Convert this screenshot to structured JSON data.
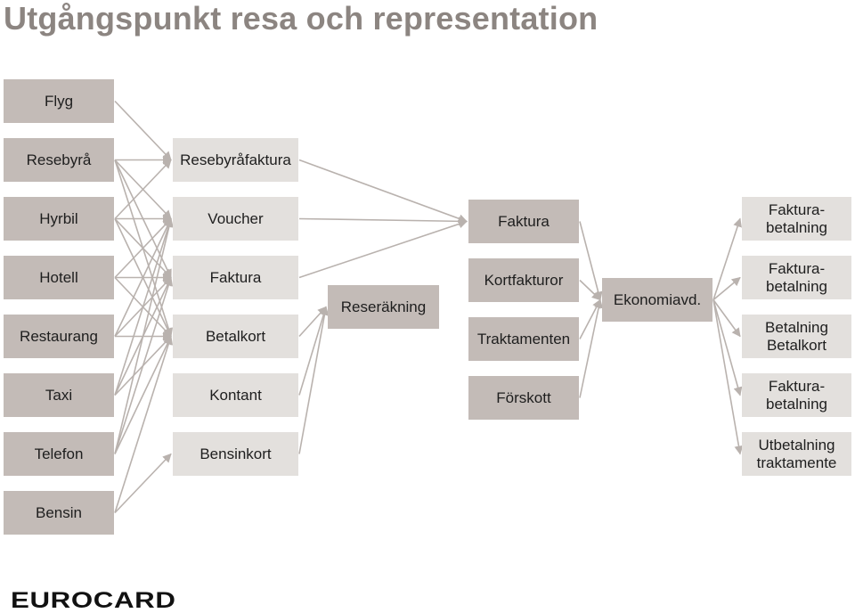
{
  "title": "Utgångspunkt resa och representation",
  "logo": "EUROCARD",
  "colors": {
    "dark_box": "#c3bbb7",
    "light_box": "#e3e0dd",
    "arrow": "#b9b2ae",
    "title": "#8c8581"
  },
  "sources": [
    "Flyg",
    "Resebyrå",
    "Hyrbil",
    "Hotell",
    "Restaurang",
    "Taxi",
    "Telefon",
    "Bensin"
  ],
  "documents": [
    "Resebyråfaktura",
    "Voucher",
    "Faktura",
    "Betalkort",
    "Kontant",
    "Bensinkort"
  ],
  "middle": "Reseräkning",
  "processing": [
    "Faktura",
    "Kortfakturor",
    "Traktamenten",
    "Förskott"
  ],
  "department": "Ekonomiavd.",
  "outcomes": [
    "Faktura-\nbetalning",
    "Faktura-\nbetalning",
    "Betalning\nBetalkort",
    "Faktura-\nbetalning",
    "Utbetalning\ntraktamente"
  ],
  "edges": [
    [
      "src0",
      "doc0"
    ],
    [
      "src1",
      "doc0"
    ],
    [
      "src1",
      "doc1"
    ],
    [
      "src1",
      "doc2"
    ],
    [
      "src1",
      "doc3"
    ],
    [
      "src2",
      "doc0"
    ],
    [
      "src2",
      "doc1"
    ],
    [
      "src2",
      "doc2"
    ],
    [
      "src2",
      "doc3"
    ],
    [
      "src3",
      "doc1"
    ],
    [
      "src3",
      "doc2"
    ],
    [
      "src3",
      "doc3"
    ],
    [
      "src4",
      "doc1"
    ],
    [
      "src4",
      "doc2"
    ],
    [
      "src4",
      "doc3"
    ],
    [
      "src5",
      "doc1"
    ],
    [
      "src5",
      "doc2"
    ],
    [
      "src5",
      "doc3"
    ],
    [
      "src6",
      "doc1"
    ],
    [
      "src6",
      "doc2"
    ],
    [
      "src6",
      "doc3"
    ],
    [
      "src7",
      "doc3"
    ],
    [
      "src7",
      "doc5"
    ],
    [
      "doc0",
      "proc0"
    ],
    [
      "doc1",
      "proc0"
    ],
    [
      "doc2",
      "proc0"
    ],
    [
      "doc3",
      "mid"
    ],
    [
      "doc4",
      "mid"
    ],
    [
      "doc5",
      "mid"
    ],
    [
      "proc0",
      "dept"
    ],
    [
      "proc1",
      "dept"
    ],
    [
      "proc2",
      "dept"
    ],
    [
      "proc3",
      "dept"
    ],
    [
      "dept",
      "out0"
    ],
    [
      "dept",
      "out1"
    ],
    [
      "dept",
      "out2"
    ],
    [
      "dept",
      "out3"
    ],
    [
      "dept",
      "out4"
    ]
  ]
}
